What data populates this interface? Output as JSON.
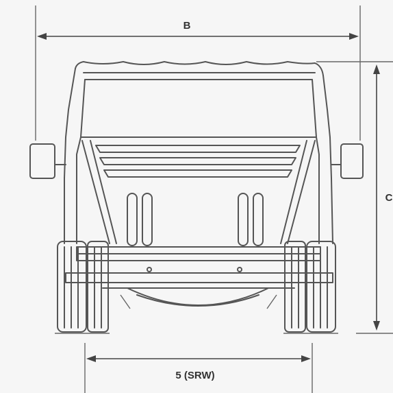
{
  "diagram": {
    "labels": {
      "width_overall": "B",
      "height": "C",
      "track_rear": "5 (SRW)"
    },
    "colors": {
      "line": "#555555",
      "background": "#f6f6f6"
    }
  }
}
